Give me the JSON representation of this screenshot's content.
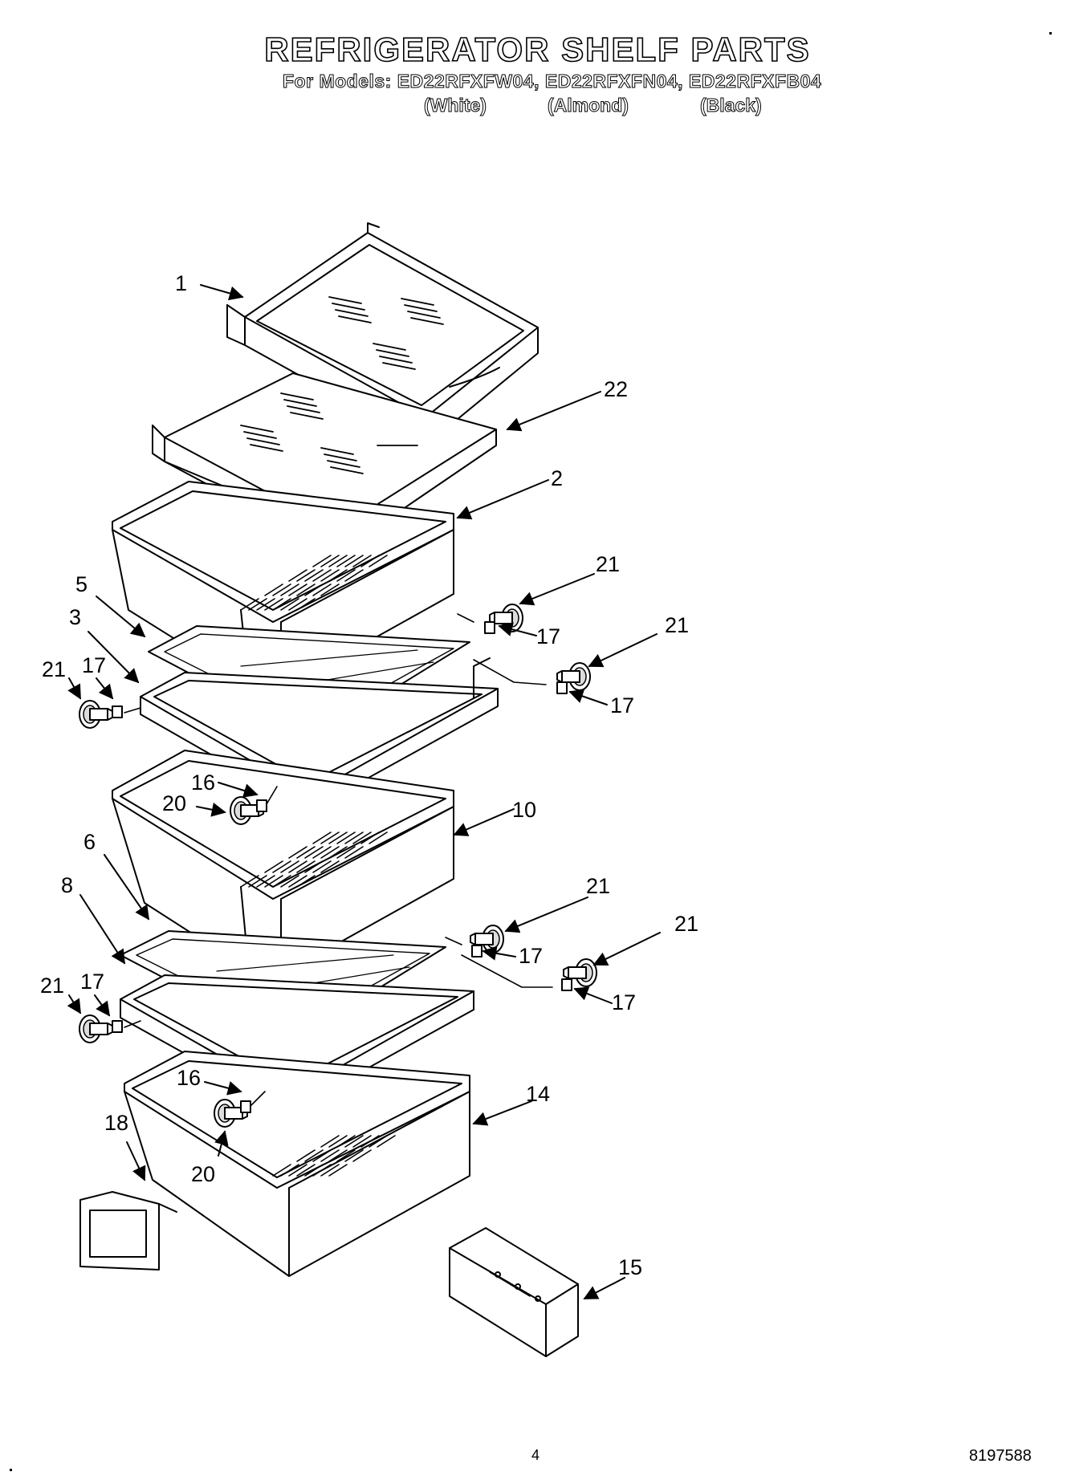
{
  "header": {
    "title": "REFRIGERATOR SHELF PARTS",
    "models_line": "For Models: ED22RFXFW04, ED22RFXFN04, ED22RFXFB04",
    "variants": [
      "(White)",
      "(Almond)",
      "(Black)"
    ]
  },
  "footer": {
    "page_number": "4",
    "document_number": "8197588"
  },
  "callouts": {
    "c1": "1",
    "c22": "22",
    "c2": "2",
    "c21a": "21",
    "c17a": "17",
    "c21b": "21",
    "c17b": "17",
    "c5": "5",
    "c3": "3",
    "c21c": "21",
    "c17c": "17",
    "c16a": "16",
    "c20a": "20",
    "c10": "10",
    "c6": "6",
    "c8": "8",
    "c21d": "21",
    "c17d": "17",
    "c21e": "21",
    "c17e": "17",
    "c21f": "21",
    "c17f": "17",
    "c16b": "16",
    "c14": "14",
    "c18": "18",
    "c20b": "20",
    "c15": "15"
  }
}
